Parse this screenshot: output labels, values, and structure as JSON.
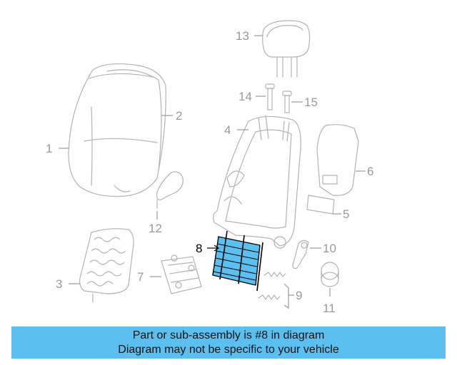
{
  "callouts": [
    {
      "id": "1",
      "label": "1"
    },
    {
      "id": "2",
      "label": "2"
    },
    {
      "id": "3",
      "label": "3"
    },
    {
      "id": "4",
      "label": "4"
    },
    {
      "id": "5",
      "label": "5"
    },
    {
      "id": "6",
      "label": "6"
    },
    {
      "id": "7",
      "label": "7"
    },
    {
      "id": "8",
      "label": "8"
    },
    {
      "id": "9",
      "label": "9"
    },
    {
      "id": "10",
      "label": "10"
    },
    {
      "id": "11",
      "label": "11"
    },
    {
      "id": "12",
      "label": "12"
    },
    {
      "id": "13",
      "label": "13"
    },
    {
      "id": "14",
      "label": "14"
    },
    {
      "id": "15",
      "label": "15"
    }
  ],
  "highlighted_part": "8",
  "colors": {
    "highlight_fill": "#5bc0f0",
    "banner_bg": "#5bc0f0",
    "part_stroke": "#b3b3b3"
  },
  "banner": {
    "line1": "Part or sub-assembly is #8 in diagram",
    "line2": "Diagram may not be specific to your vehicle"
  }
}
